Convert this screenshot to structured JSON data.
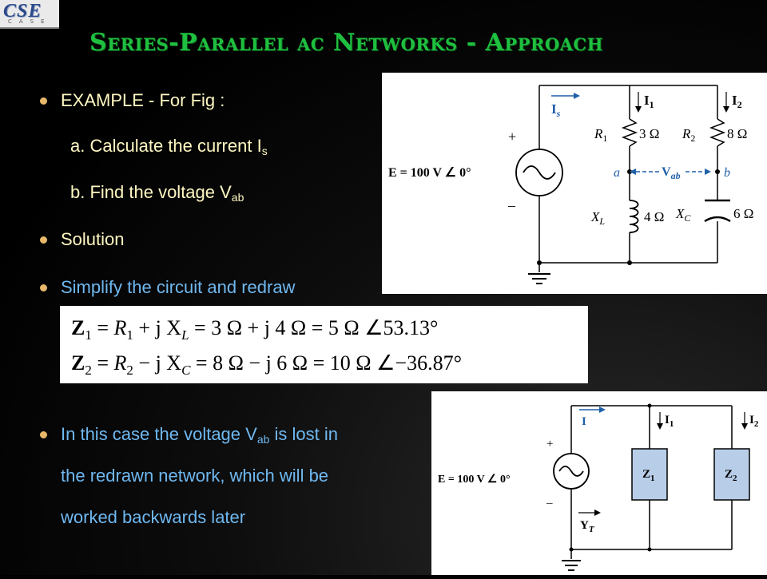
{
  "logo": {
    "main": "CSE",
    "sub": "CASE"
  },
  "title": "Series-Parallel ac Networks - Approach",
  "bullets": {
    "example": "EXAMPLE - For Fig :",
    "sub_a_prefix": "a. Calculate the current I",
    "sub_a_subscript": "s",
    "sub_b_prefix": "b. Find the voltage V",
    "sub_b_subscript": "ab",
    "solution": "Solution",
    "simplify": "Simplify the circuit and redraw",
    "case_prefix": "In this case the voltage V",
    "case_subscript": "ab",
    "case_suffix": " is lost in",
    "case_line2": "the redrawn network, which will be",
    "case_line3": "worked backwards later"
  },
  "figure1": {
    "source_label": "E  =  100 V ∠ 0°",
    "plus": "+",
    "minus": "–",
    "current_s": "I",
    "current_s_sub": "s",
    "current_1": "I",
    "current_1_sub": "1",
    "current_2": "I",
    "current_2_sub": "2",
    "r1": "R",
    "r1_sub": "1",
    "r1_value": "3 Ω",
    "r2": "R",
    "r2_sub": "2",
    "r2_value": "8 Ω",
    "node_a": "a",
    "node_b": "b",
    "vab": "V",
    "vab_sub": "ab",
    "xl": "X",
    "xl_sub": "L",
    "xl_value": "4 Ω",
    "xc": "X",
    "xc_sub": "C",
    "xc_value": "6 Ω"
  },
  "equations": {
    "z1_lhs": "Z",
    "z1_sub": "1",
    "z1_rhs_r": "R",
    "z1_rhs_r_sub": "1",
    "z1_rhs_mid": " + j X",
    "z1_rhs_x_sub": "L",
    "z1_rhs_tail": " = 3 Ω + j 4 Ω = 5 Ω ∠53.13°",
    "z2_lhs": "Z",
    "z2_sub": "2",
    "z2_rhs_r": "R",
    "z2_rhs_r_sub": "2",
    "z2_rhs_mid": " − j X",
    "z2_rhs_x_sub": "C",
    "z2_rhs_tail": " = 8 Ω − j 6 Ω = 10 Ω ∠−36.87°"
  },
  "figure2": {
    "source_label": "E  =  100 V ∠ 0°",
    "plus": "+",
    "minus": "–",
    "current": "I",
    "current_1": "I",
    "current_1_sub": "1",
    "current_2": "I",
    "current_2_sub": "2",
    "z1": "Z",
    "z1_sub": "1",
    "z2": "Z",
    "z2_sub": "2",
    "yt": "Y",
    "yt_sub": "T"
  },
  "colors": {
    "title": "#1fbf3f",
    "bullet_text_yellow": "#fff7c2",
    "bullet_text_blue": "#6fb8f0",
    "bullet_dot": "#e8b86a",
    "figure_blue": "#1f5fa8",
    "impedance_box": "#b8cde8"
  }
}
